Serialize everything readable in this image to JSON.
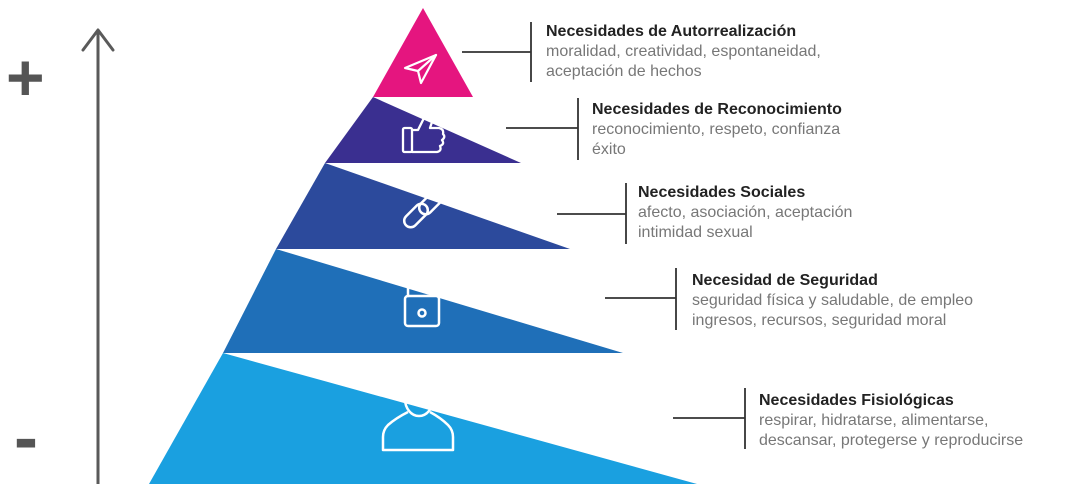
{
  "axis": {
    "top_sign": "+",
    "bottom_sign": "-"
  },
  "levels": [
    {
      "title": "Necesidades de Autorrealización",
      "lines": [
        "moralidad, creatividad, espontaneidad,",
        "aceptación de hechos"
      ],
      "color": "#e5157f",
      "icon": "paper-plane-icon"
    },
    {
      "title": "Necesidades de Reconocimiento",
      "lines": [
        "reconocimiento, respeto, confianza",
        "éxito"
      ],
      "color": "#3a2f90",
      "icon": "thumbs-up-icon"
    },
    {
      "title": "Necesidades Sociales",
      "lines": [
        "afecto, asociación, aceptación",
        "intimidad sexual"
      ],
      "color": "#2c4a9c",
      "icon": "link-icon"
    },
    {
      "title": "Necesidad de Seguridad",
      "lines": [
        "seguridad física y saludable, de empleo",
        "ingresos, recursos, seguridad moral"
      ],
      "color": "#1f6fb8",
      "icon": "padlock-icon"
    },
    {
      "title": "Necesidades Fisiológicas",
      "lines": [
        "respirar, hidratarse, alimentarse,",
        "descansar, protegerse y reproducirse"
      ],
      "color": "#1aa0e0",
      "icon": "person-icon"
    }
  ]
}
